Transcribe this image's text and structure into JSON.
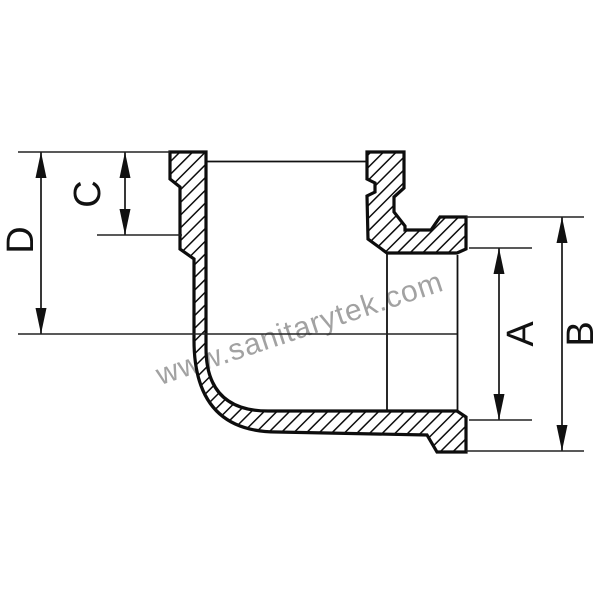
{
  "figure": {
    "kind": "technical-section-drawing",
    "subject": "90-degree elbow pipe fitting cross-section"
  },
  "watermark": {
    "text": "www.sanitarytek.com",
    "color": "#a2a2a2"
  },
  "dimension_labels": {
    "a": "A",
    "b": "B",
    "c": "C",
    "d": "D"
  },
  "colors": {
    "outline": "#0d0d0d",
    "dimension_line": "#222222",
    "background": "#ffffff"
  }
}
